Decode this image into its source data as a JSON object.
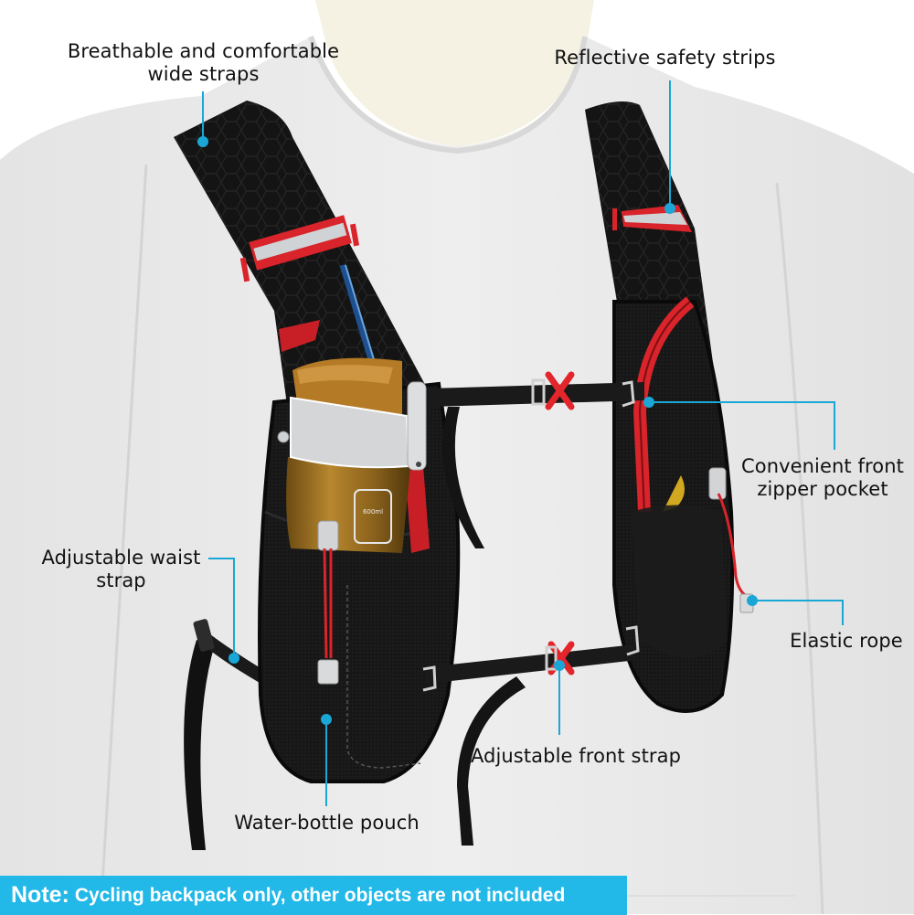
{
  "image": {
    "subject": "Cycling hydration vest backpack on mannequin",
    "background_color": "#ffffff",
    "accent_color": "#22b8e8",
    "vest_color": "#141414",
    "trim_color": "#d8242a"
  },
  "callouts": [
    {
      "id": "wide-straps",
      "line1": "Breathable and comfortable",
      "line2": "wide straps"
    },
    {
      "id": "reflective-strips",
      "line1": "Reflective safety strips",
      "line2": ""
    },
    {
      "id": "front-zipper-pocket",
      "line1": "Convenient front",
      "line2": "zipper pocket"
    },
    {
      "id": "waist-strap",
      "line1": "Adjustable waist",
      "line2": "strap"
    },
    {
      "id": "elastic-rope",
      "line1": "Elastic rope",
      "line2": ""
    },
    {
      "id": "front-strap",
      "line1": "Adjustable front strap",
      "line2": ""
    },
    {
      "id": "bottle-pouch",
      "line1": "Water-bottle pouch",
      "line2": ""
    }
  ],
  "bottle": {
    "capacity_label": "600ml"
  },
  "note": {
    "prefix": "Note:",
    "text": "Cycling backpack only, other objects are not included"
  }
}
